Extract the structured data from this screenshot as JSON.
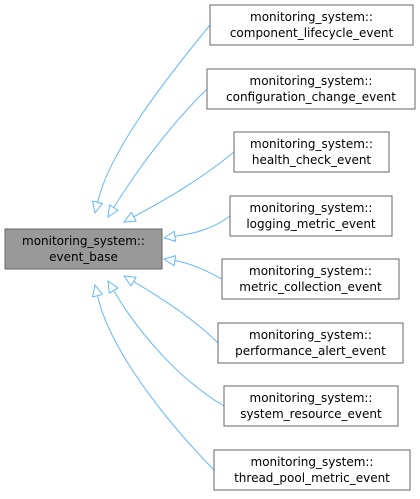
{
  "diagram": {
    "type": "inheritance-graph",
    "base": {
      "id": "event_base",
      "line1": "monitoring_system::",
      "line2": "event_base",
      "highlighted": true
    },
    "derived": [
      {
        "id": "component_lifecycle_event",
        "line1": "monitoring_system::",
        "line2": "component_lifecycle_event"
      },
      {
        "id": "configuration_change_event",
        "line1": "monitoring_system::",
        "line2": "configuration_change_event"
      },
      {
        "id": "health_check_event",
        "line1": "monitoring_system::",
        "line2": "health_check_event"
      },
      {
        "id": "logging_metric_event",
        "line1": "monitoring_system::",
        "line2": "logging_metric_event"
      },
      {
        "id": "metric_collection_event",
        "line1": "monitoring_system::",
        "line2": "metric_collection_event"
      },
      {
        "id": "performance_alert_event",
        "line1": "monitoring_system::",
        "line2": "performance_alert_event"
      },
      {
        "id": "system_resource_event",
        "line1": "monitoring_system::",
        "line2": "system_resource_event"
      },
      {
        "id": "thread_pool_metric_event",
        "line1": "monitoring_system::",
        "line2": "thread_pool_metric_event"
      }
    ]
  },
  "colors": {
    "base_fill": "#999999",
    "node_fill": "#ffffff",
    "node_border": "#666666",
    "base_border": "#666666",
    "edge": "#63b8ff",
    "text": "#000000"
  }
}
